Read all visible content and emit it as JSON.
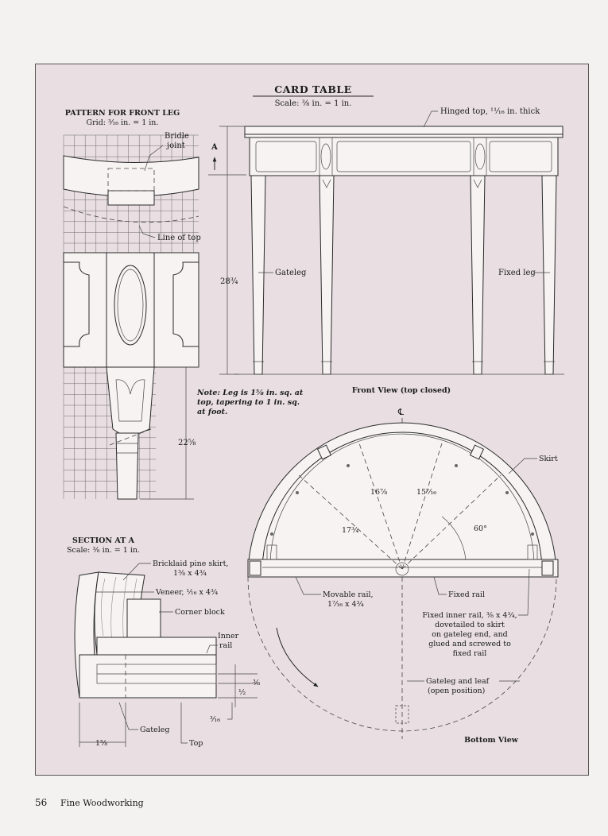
{
  "page": {
    "number": "56",
    "publication": "Fine Woodworking"
  },
  "front_view": {
    "title": "CARD TABLE",
    "scale": "Scale: ⅜ in. = 1 in.",
    "caption": "Front View (top closed)",
    "labels": {
      "hinged_top": "Hinged top, ¹¹⁄₁₆ in. thick",
      "gateleg": "Gateleg",
      "fixed_leg": "Fixed leg",
      "section_marker": "A",
      "height": "28¾"
    }
  },
  "leg_pattern": {
    "title": "PATTERN FOR FRONT LEG",
    "grid_scale": "Grid: ³⁄₁₆ in. = 1 in.",
    "bridle_joint_1": "Bridle",
    "bridle_joint_2": "joint",
    "line_of_top": "Line of top",
    "length": "22⅝",
    "note_1": "Note: Leg is 1⅝ in. sq. at",
    "note_2": "top, tapering to 1 in. sq.",
    "note_3": "at foot."
  },
  "section": {
    "title": "SECTION AT A",
    "scale": "Scale: ⅜ in. = 1 in.",
    "labels": {
      "skirt_1": "Bricklaid pine skirt,",
      "skirt_2": "1⅜ x 4¾",
      "veneer": "Veneer, ¹⁄₁₆ x 4¾",
      "corner_block": "Corner block",
      "inner_rail_1": "Inner",
      "inner_rail_2": "rail",
      "dim_three_eighths": "⅜",
      "dim_half": "½",
      "dim_three_sixteenths": "³⁄₁₆",
      "gateleg": "Gateleg",
      "top": "Top",
      "width": "1⅝"
    }
  },
  "bottom_view": {
    "caption": "Bottom View",
    "centerline": "℄",
    "labels": {
      "skirt": "Skirt",
      "dim_a": "16⅞",
      "dim_b": "15⁷⁄₁₆",
      "dim_c": "17¾",
      "angle": "60°",
      "movable_rail_1": "Movable rail,",
      "movable_rail_2": "1⁷⁄₁₆ x 4¾",
      "fixed_rail": "Fixed rail",
      "inner_rail_1": "Fixed inner rail, ⅜ x 4¾,",
      "inner_rail_2": "dovetailed to skirt",
      "inner_rail_3": "on gateleg end, and",
      "inner_rail_4": "glued and screwed to",
      "inner_rail_5": "fixed rail",
      "gateleg_1": "Gateleg and leaf",
      "gateleg_2": "(open position)"
    }
  }
}
